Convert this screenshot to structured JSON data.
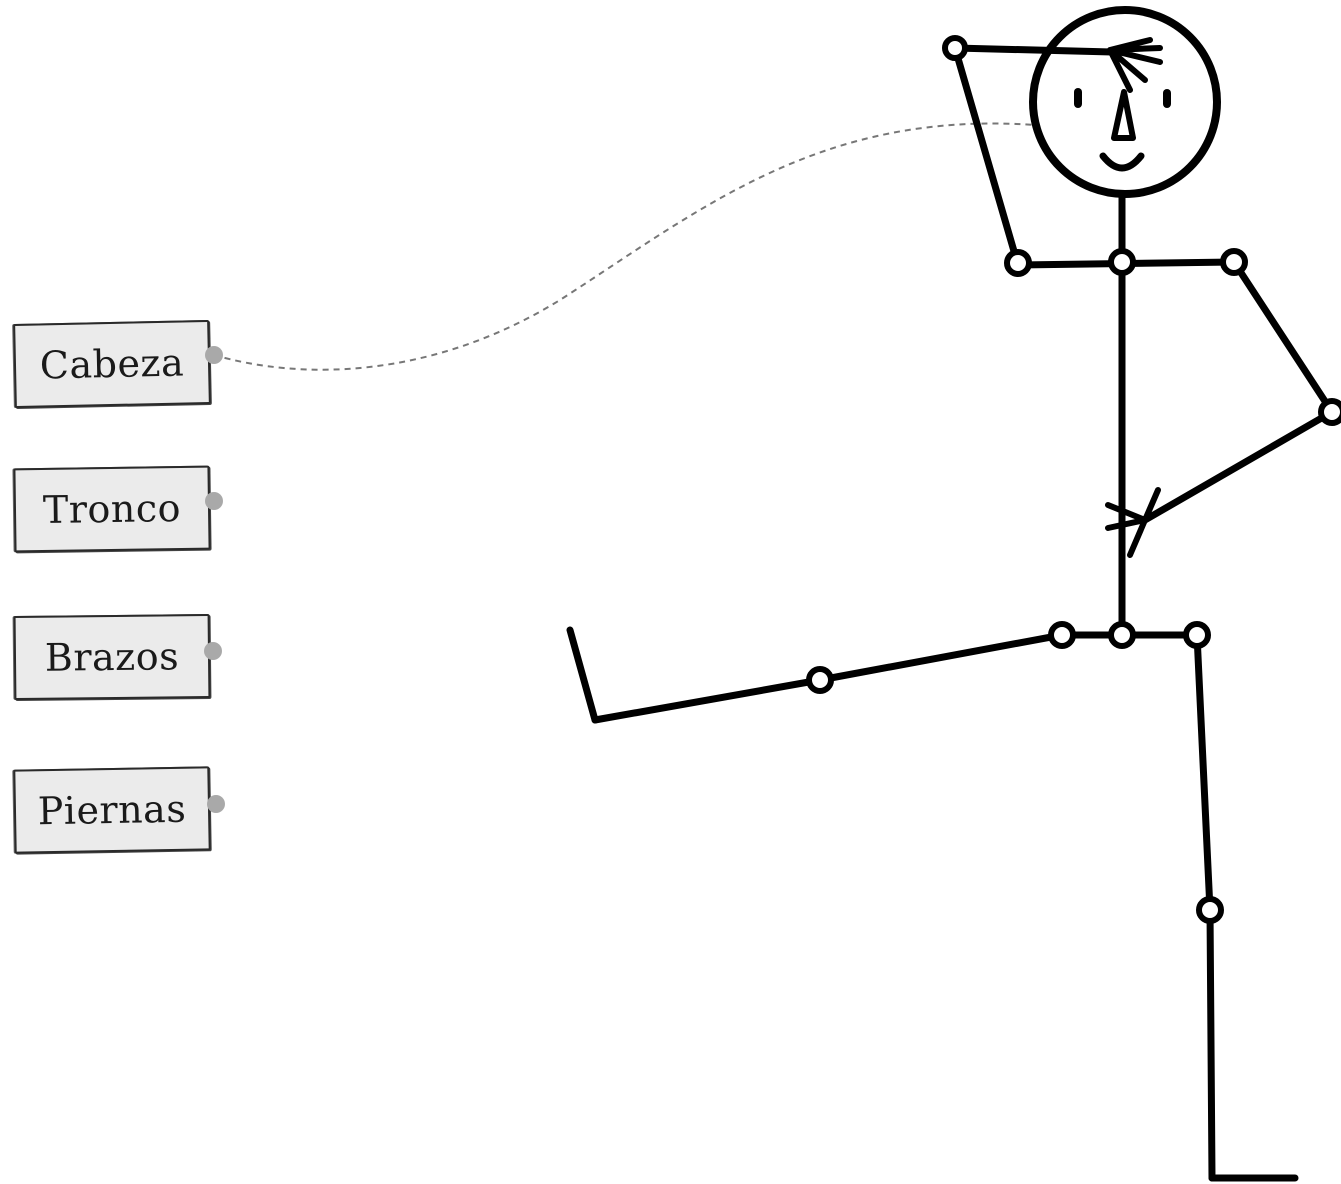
{
  "labels": [
    {
      "text": "Cabeza",
      "connected": true
    },
    {
      "text": "Tronco",
      "connected": false
    },
    {
      "text": "Brazos",
      "connected": false
    },
    {
      "text": "Piernas",
      "connected": false
    }
  ],
  "colors": {
    "card_fill": "#ebebeb",
    "card_border": "#2a2a2a",
    "connector_dot": "#a9a9a9",
    "connector_line": "#777777",
    "figure_stroke": "#000000"
  },
  "icons": {
    "figure": "stick-figure",
    "connector": "connector-dot-icon"
  }
}
